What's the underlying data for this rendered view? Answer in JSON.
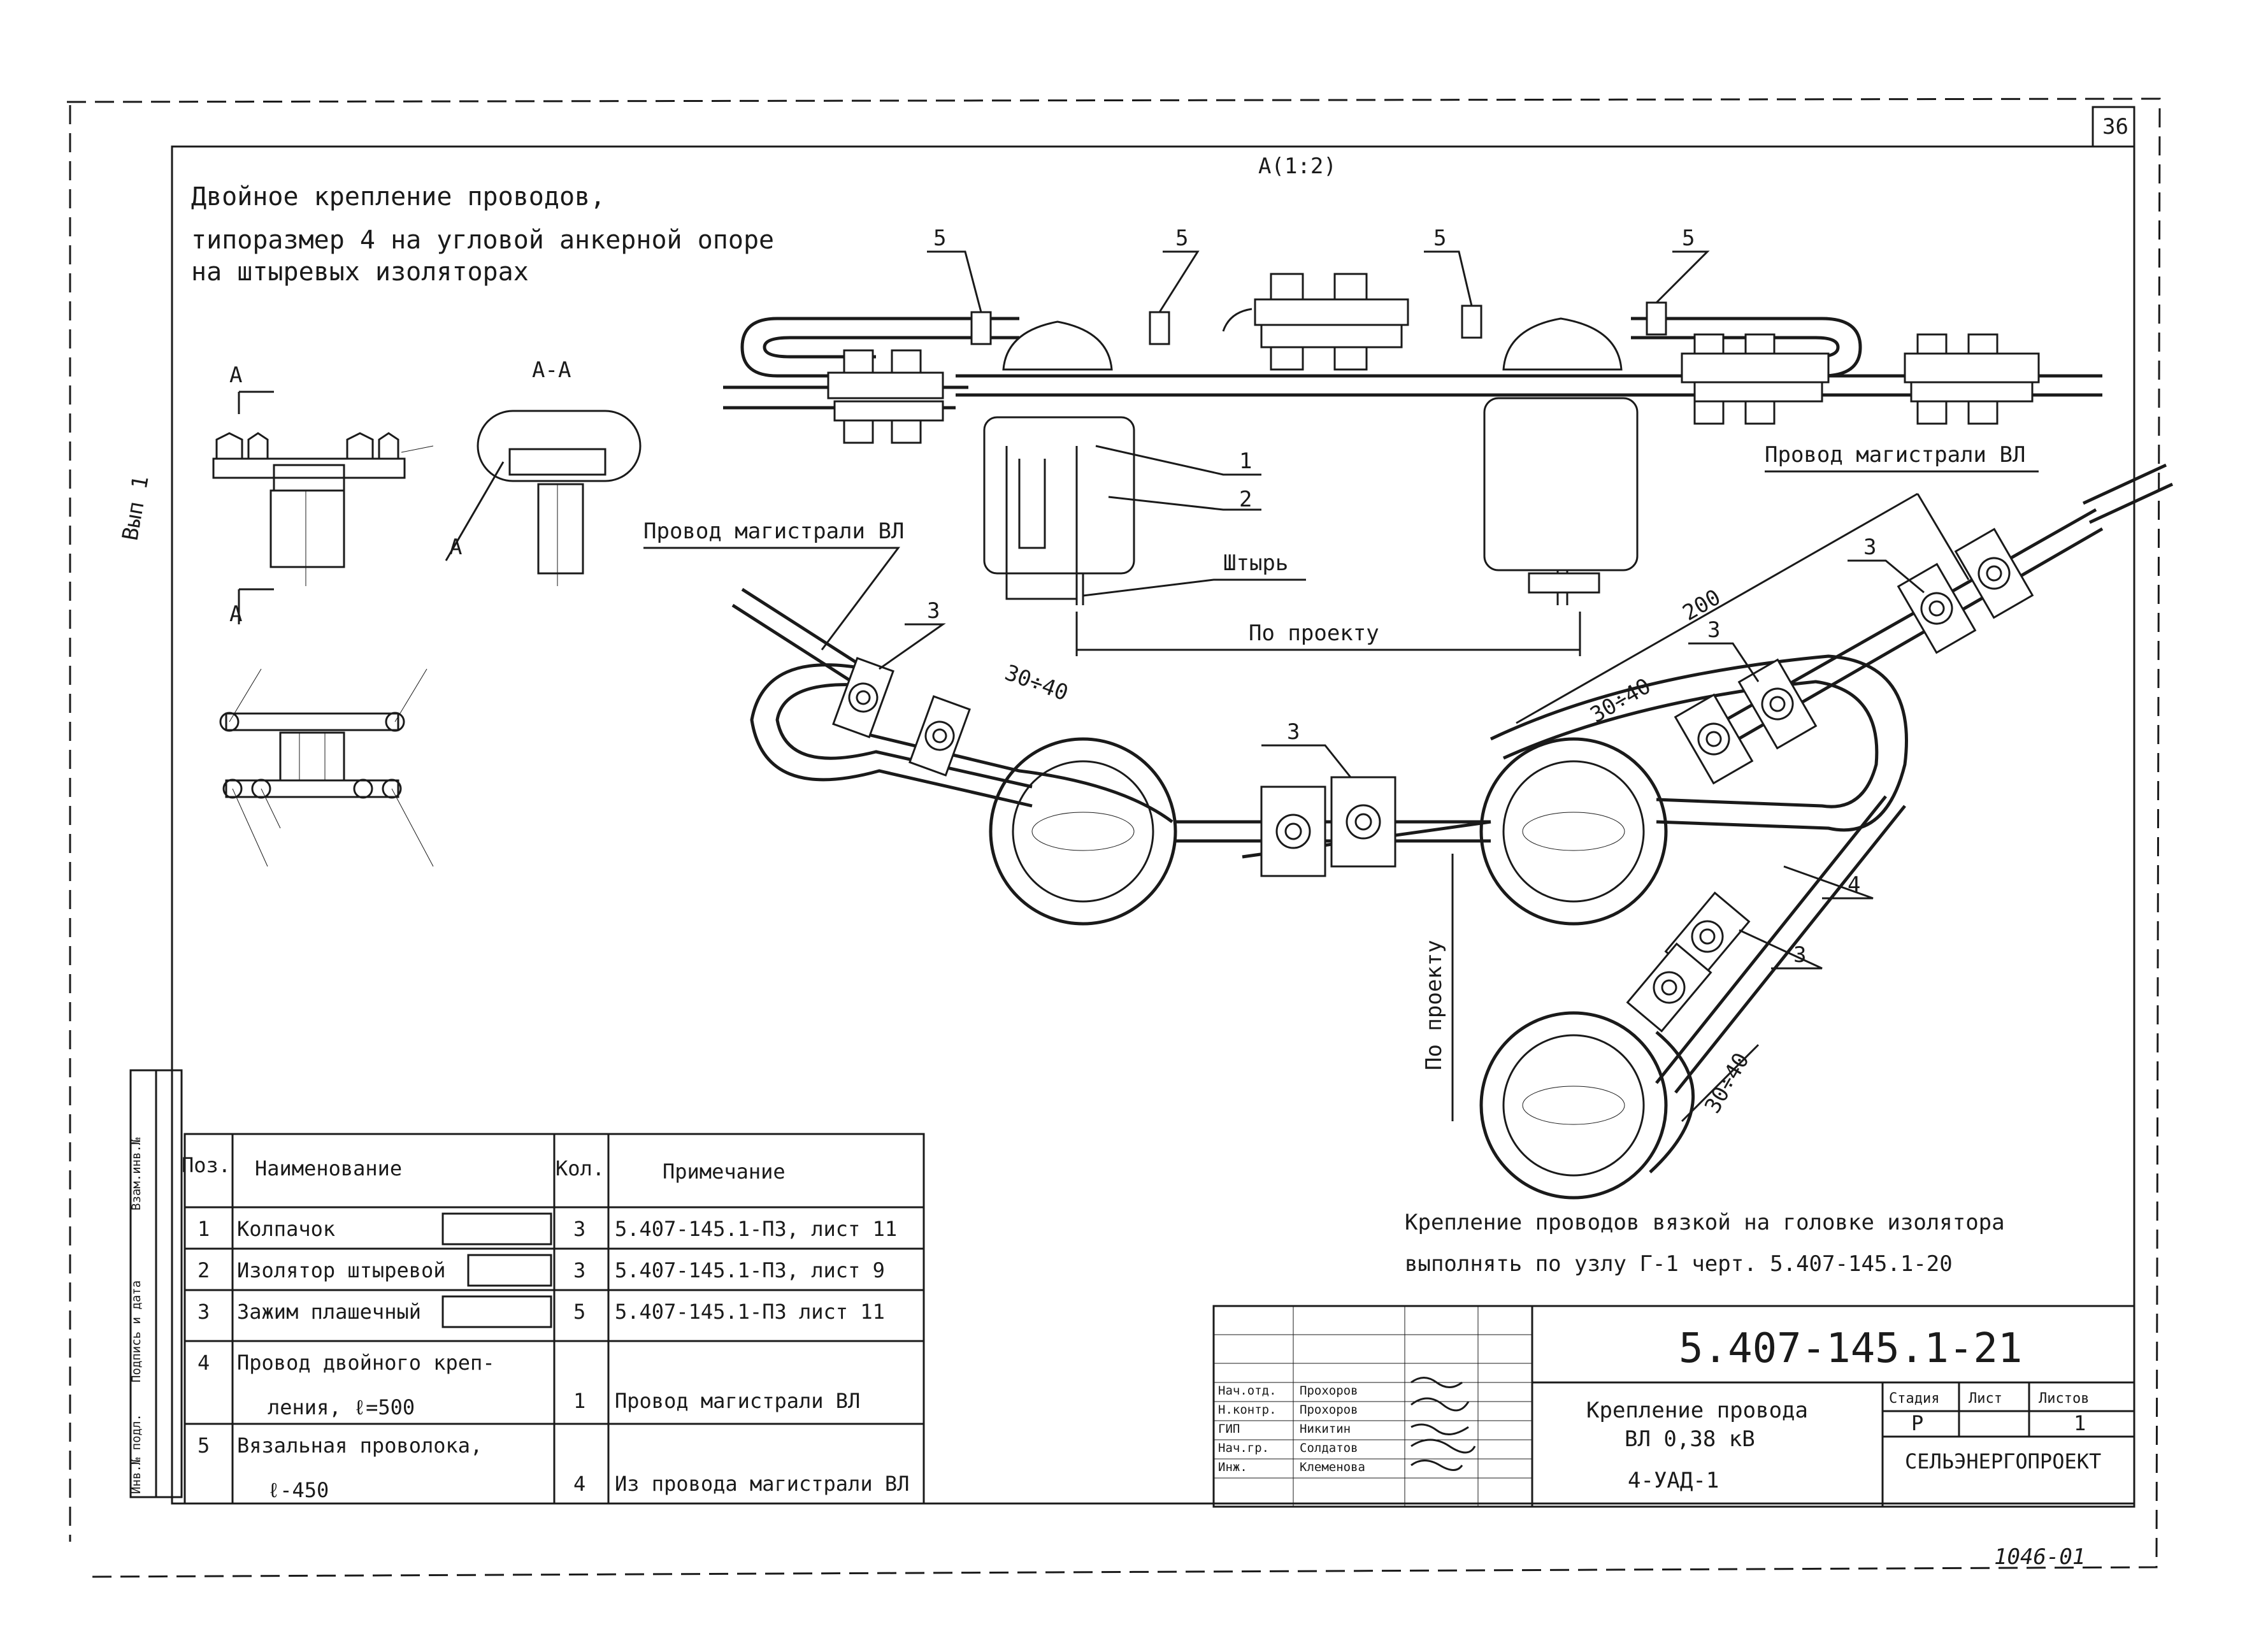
{
  "sheet": {
    "number": "36",
    "title_lines": [
      "Двойное крепление проводов,",
      "типоразмер 4 на угловой анкерной опоре",
      "на штыревых изоляторах"
    ],
    "section_label": "А-А",
    "cut_label": "А",
    "scale_label": "А(1:2)",
    "margin_note": "Вып 1",
    "stamp_handwritten": "1046-01"
  },
  "callouts": {
    "main_line_wire_left": "Провод магистрали ВЛ",
    "main_line_wire_right": "Провод магистрали ВЛ",
    "pin": "Штырь",
    "by_project_h": "По проекту",
    "by_project_v": "По проекту",
    "dim_200": "200",
    "dim_30_40_a": "30÷40",
    "dim_30_40_b": "30÷40",
    "dim_30_40_c": "30÷40",
    "pos_1": "1",
    "pos_2": "2",
    "pos_3": "3",
    "pos_4": "4",
    "pos_5": "5"
  },
  "note": {
    "line1": "Крепление проводов вязкой на головке изолятора",
    "line2": "выполнять по узлу Г-1 черт. 5.407-145.1-20"
  },
  "spec_table": {
    "headers": {
      "pos": "Поз.",
      "name": "Наименование",
      "qty": "Кол.",
      "note": "Примечание"
    },
    "rows": [
      {
        "pos": "1",
        "name": [
          "Колпачок"
        ],
        "qty": "3",
        "note": "5.407-145.1-ПЗ, лист 11"
      },
      {
        "pos": "2",
        "name": [
          "Изолятор штыревой"
        ],
        "qty": "3",
        "note": "5.407-145.1-ПЗ, лист 9"
      },
      {
        "pos": "3",
        "name": [
          "Зажим плашечный"
        ],
        "qty": "5",
        "note": "5.407-145.1-ПЗ  лист 11"
      },
      {
        "pos": "4",
        "name": [
          "Провод двойного креп-",
          "ления, ℓ=500"
        ],
        "qty": "1",
        "note": "Провод магистрали ВЛ"
      },
      {
        "pos": "5",
        "name": [
          "Вязальная проволока,",
          "ℓ-450"
        ],
        "qty": "4",
        "note": "Из провода магистрали ВЛ"
      }
    ],
    "side_strip": [
      "Инв.№ подл.",
      "Подпись и дата",
      "Взам.инв.№"
    ]
  },
  "title_block": {
    "doc_code": "5.407-145.1-21",
    "description": [
      "Крепление провода",
      "ВЛ 0,38 кВ"
    ],
    "node_code": "4-УАД-1",
    "stage_header": "Стадия",
    "sheet_header": "Лист",
    "sheets_header": "Листов",
    "stage": "Р",
    "sheets": "1",
    "organization": "СЕЛЬЭНЕРГОПРОЕКТ",
    "signatures": [
      {
        "role": "Нач.отд.",
        "name": "Прохоров"
      },
      {
        "role": "Н.контр.",
        "name": "Прохоров"
      },
      {
        "role": "ГИП",
        "name": "Никитин"
      },
      {
        "role": "Нач.гр.",
        "name": "Солдатов"
      },
      {
        "role": "Инж.",
        "name": "Клеменова"
      }
    ]
  }
}
